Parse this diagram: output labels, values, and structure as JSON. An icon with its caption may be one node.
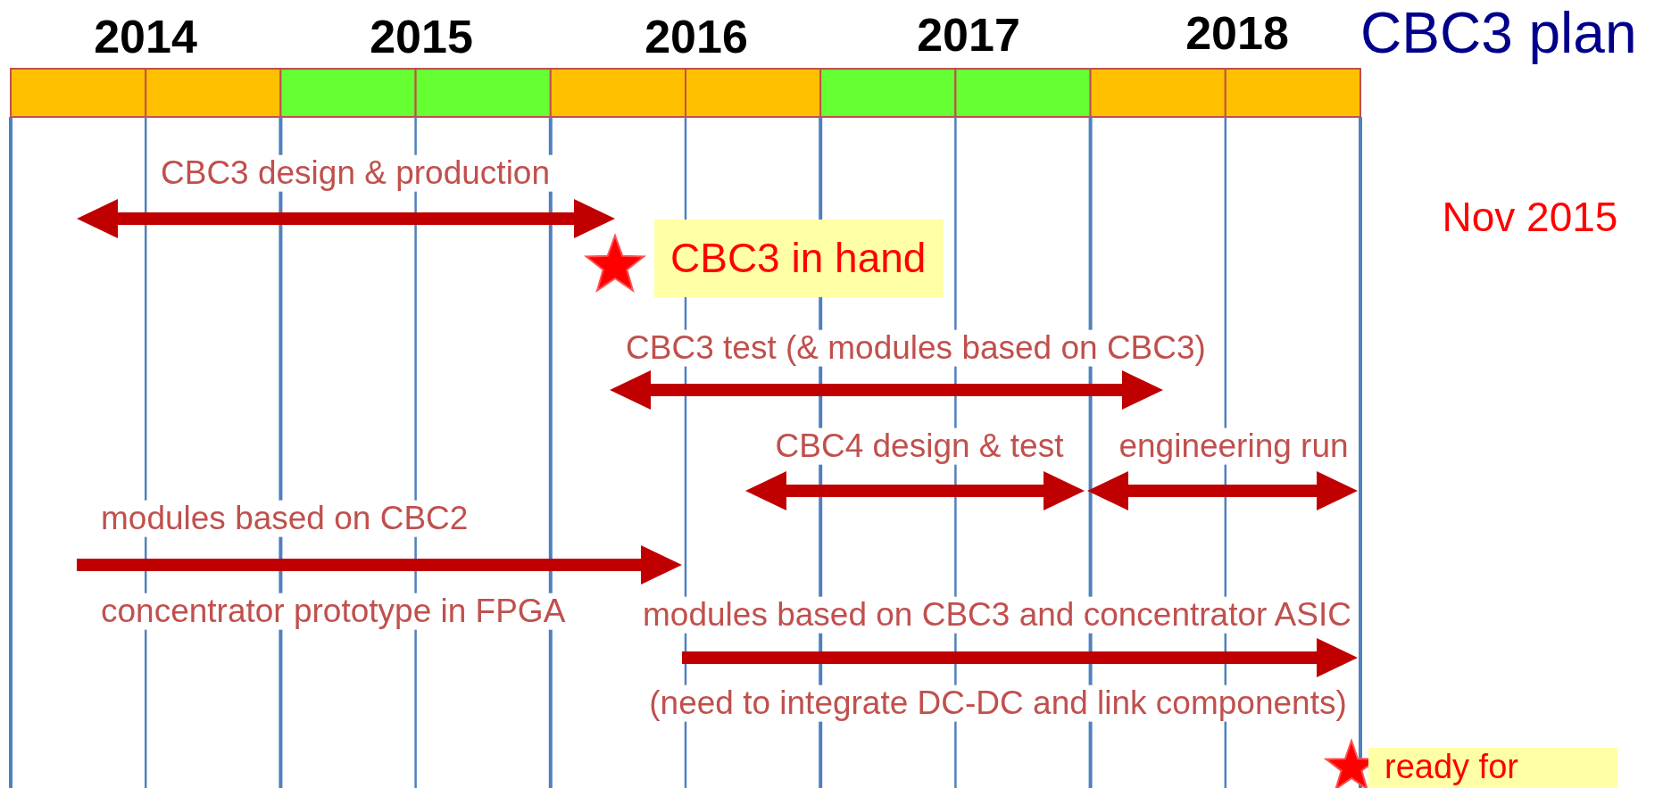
{
  "diagram": {
    "title": "CBC3 plan",
    "nodes": [
      {
        "text": [
          "CBC3 in hand"
        ]
      },
      {
        "text": [
          "ready for"
        ]
      }
    ],
    "labels": [
      "2014",
      "2015",
      "2016",
      "2017",
      "2018",
      "CBC3 design & production",
      "Nov 2015",
      "CBC3 test (& modules based on CBC3)",
      "CBC4 design & test",
      "engineering run",
      "modules based on CBC2",
      "concentrator prototype in FPGA",
      "modules based on CBC3 and concentrator ASIC",
      "(need to integrate DC-DC and link components)"
    ]
  }
}
